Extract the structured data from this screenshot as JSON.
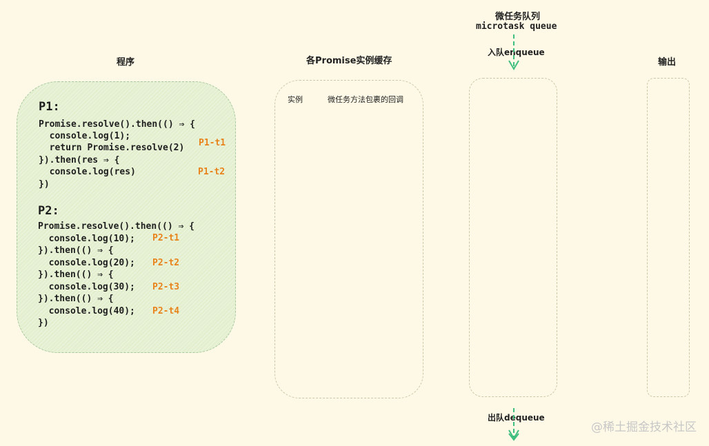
{
  "headings": {
    "program": "程序",
    "cache": "各Promise实例缓存",
    "queue_cn": "微任务队列",
    "queue_en": "microtask queue",
    "enqueue": "入队enqueue",
    "output": "输出",
    "dequeue": "出队dequeue"
  },
  "cache_columns": {
    "instance": "实例",
    "callback": "微任务方法包裹的回调"
  },
  "p1": {
    "label": "P1:",
    "lines": [
      "Promise.resolve().then(() ⇒ {",
      "  console.log(1);",
      "  return Promise.resolve(2)",
      "}).then(res ⇒ {",
      "  console.log(res)",
      "})"
    ],
    "tags": [
      "P1-t1",
      "P1-t2"
    ]
  },
  "p2": {
    "label": "P2:",
    "lines": [
      "Promise.resolve().then(() ⇒ {",
      "  console.log(10);",
      "}).then(() ⇒ {",
      "  console.log(20);",
      "}).then(() ⇒ {",
      "  console.log(30);",
      "}).then(() ⇒ {",
      "  console.log(40);",
      "})"
    ],
    "tags": [
      "P2-t1",
      "P2-t2",
      "P2-t3",
      "P2-t4"
    ]
  },
  "watermark": "@稀土掘金技术社区",
  "colors": {
    "background": "#fdf9e6",
    "program_fill": "#e3efcf",
    "tag": "#e8831c",
    "arrow": "#3fbf7f"
  }
}
